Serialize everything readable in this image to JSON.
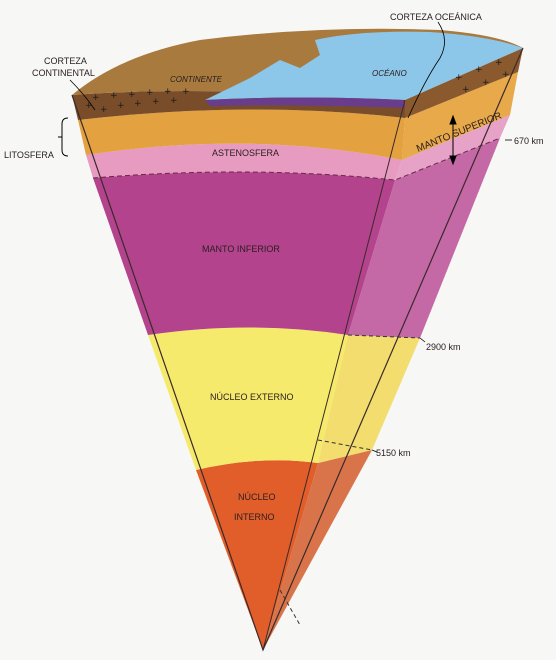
{
  "labels": {
    "crosta_oceanica": "CORTEZA OCEÁNICA",
    "crosta_continental_1": "CORTEZA",
    "crosta_continental_2": "CONTINENTAL",
    "continente": "CONTINENTE",
    "oceano": "OCÉANO",
    "litosfera": "LITOSFERA",
    "astenosfera": "ASTENOSFERA",
    "manto_superior": "MANTO SUPERIOR",
    "manto_inferior": "MANTO INFERIOR",
    "nucleo_externo": "NÚCLEO EXTERNO",
    "nucleo_interno_1": "NÚCLEO",
    "nucleo_interno_2": "INTERNO"
  },
  "depths": {
    "d670": "670 km",
    "d2900": "2900 km",
    "d5150": "5150 km"
  },
  "colors": {
    "continent": "#a97a3e",
    "ocean": "#8cc6e8",
    "crust_dark": "#7a4d2a",
    "lithosphere_orange": "#e3a13f",
    "asthenosphere": "#e79bc0",
    "lower_mantle": "#b5478f",
    "outer_core": "#f4e468",
    "inner_core": "#e0622a"
  }
}
